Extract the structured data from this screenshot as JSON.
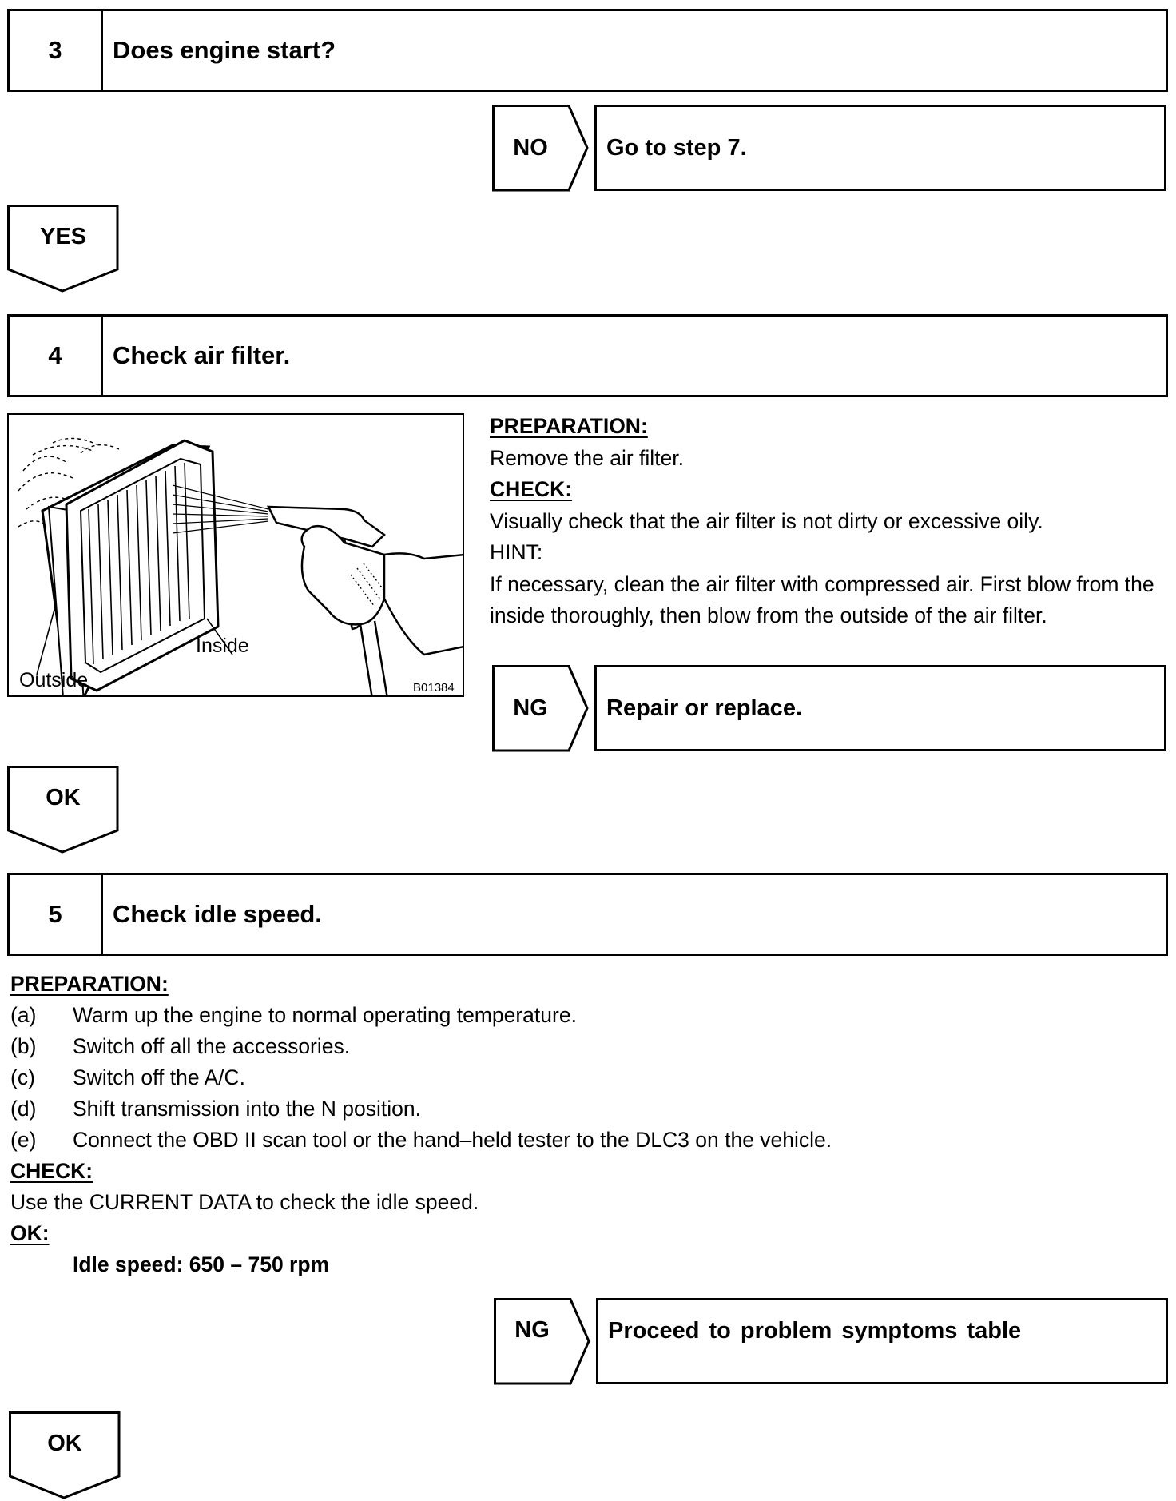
{
  "step3": {
    "number": "3",
    "title": "Does engine start?"
  },
  "step3_no": {
    "tag": "NO",
    "result": "Go to step 7."
  },
  "step3_yes": {
    "label": "YES"
  },
  "step4": {
    "number": "4",
    "title": "Check air filter."
  },
  "figure": {
    "label_inside": "Inside",
    "label_outside": "Outside",
    "code": "B01384"
  },
  "step4_text": {
    "prep_heading": "PREPARATION:",
    "prep_body": "Remove the air filter.",
    "check_heading": "CHECK:",
    "check_body": "Visually check that the air filter is not dirty or excessive oily.",
    "hint_heading": "HINT:",
    "hint_body": "If necessary, clean the air filter with compressed air. First blow from the inside thoroughly, then blow from the outside of the air filter."
  },
  "step4_ng": {
    "tag": "NG",
    "result": "Repair or replace."
  },
  "step4_ok": {
    "label": "OK"
  },
  "step5": {
    "number": "5",
    "title": "Check idle speed."
  },
  "step5_text": {
    "prep_heading": "PREPARATION:",
    "items": [
      {
        "key": "(a)",
        "text": "Warm up the engine to normal operating temperature."
      },
      {
        "key": "(b)",
        "text": "Switch off all the accessories."
      },
      {
        "key": "(c)",
        "text": "Switch off the A/C."
      },
      {
        "key": "(d)",
        "text": "Shift transmission into the N position."
      },
      {
        "key": "(e)",
        "text": "Connect the OBD II scan tool or the hand–held tester to the DLC3 on the vehicle."
      }
    ],
    "check_heading": "CHECK:",
    "check_body": "Use the CURRENT DATA to check the idle speed.",
    "ok_heading": "OK:",
    "ok_spec": "Idle speed: 650 – 750 rpm"
  },
  "step5_ng": {
    "tag": "NG",
    "result": "Proceed to problem symptoms table"
  },
  "step5_ok": {
    "label": "OK"
  }
}
